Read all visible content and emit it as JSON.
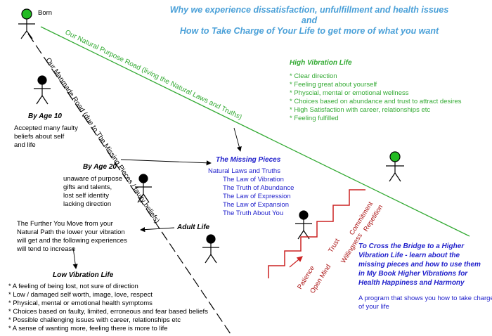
{
  "title": {
    "line1": "Why we experience dissatisfaction, unfulfillment and health issues",
    "line2": "and",
    "line3": "How to Take Charge of Your Life to get more of what you want"
  },
  "labels": {
    "born": "Born",
    "natural_road": "Our Natural Purpose Road (living the Natural Laws and Truths)",
    "manmade_road": "Our Manmade Road (due to The Missing Pieces / faulty beliefs)"
  },
  "high_vibration": {
    "heading": "High Vibration Life",
    "items": [
      "* Clear direction",
      "* Feeling great about yourself",
      "* Physcial, mental or emotional wellness",
      "* Choices based on abundance and trust to attract desires",
      "* High Satisfaction with career, relationships etc",
      "* Feeling fulfilled"
    ]
  },
  "age10": {
    "heading": "By Age 10",
    "lines": [
      "Accepted many faulty",
      "beliefs about self",
      "and life"
    ]
  },
  "age20": {
    "heading": "By Age 20",
    "lines": [
      "unaware of purpose",
      "gifts and talents,",
      "lost self identity",
      "lacking direction"
    ]
  },
  "missing_pieces": {
    "heading": "The Missing Pieces",
    "intro": "Natural Laws and Truths",
    "items": [
      "The Law of Vibration",
      "The Truth of Abundance",
      "The Law of Expression",
      "The Law of Expansion",
      "The Truth About You"
    ]
  },
  "further": {
    "lines": [
      "The Further You Move from your",
      "Natural Path the lower your vibration",
      "will get and the following experiences",
      "will tend to increase"
    ]
  },
  "adult_life": "Adult Life",
  "low_vibration": {
    "heading": "Low Vibration Life",
    "items": [
      "* A feeling of being lost, not sure of direction",
      "* Low / damaged self worth, image, love, respect",
      "* Physical, mental or emotional health symptoms",
      "* Choices based on faulty, limited, erroneous and fear based beliefs",
      "* Possible challenging issues with career, relationships etc",
      "* A sense of wanting more, feeling there is more to life"
    ]
  },
  "bridge_steps": [
    "Patience",
    "Open Mind",
    "Trust",
    "Willingness",
    "Commitment",
    "Repetition"
  ],
  "cross_bridge": {
    "lines": [
      "To Cross the Bridge to a Higher",
      "Vibration Life - learn about the",
      "missing pieces and how to use them",
      "in My Book Higher Vibrations for",
      "Health Happiness and Harmony"
    ]
  },
  "program": {
    "lines": [
      "A program that shows you how to take charge",
      "of your life"
    ]
  },
  "colors": {
    "title": "#4aa0d8",
    "green": "#33aa33",
    "blue": "#2222cc",
    "stairs": "#cc2222",
    "step_text": "#aa1111"
  }
}
